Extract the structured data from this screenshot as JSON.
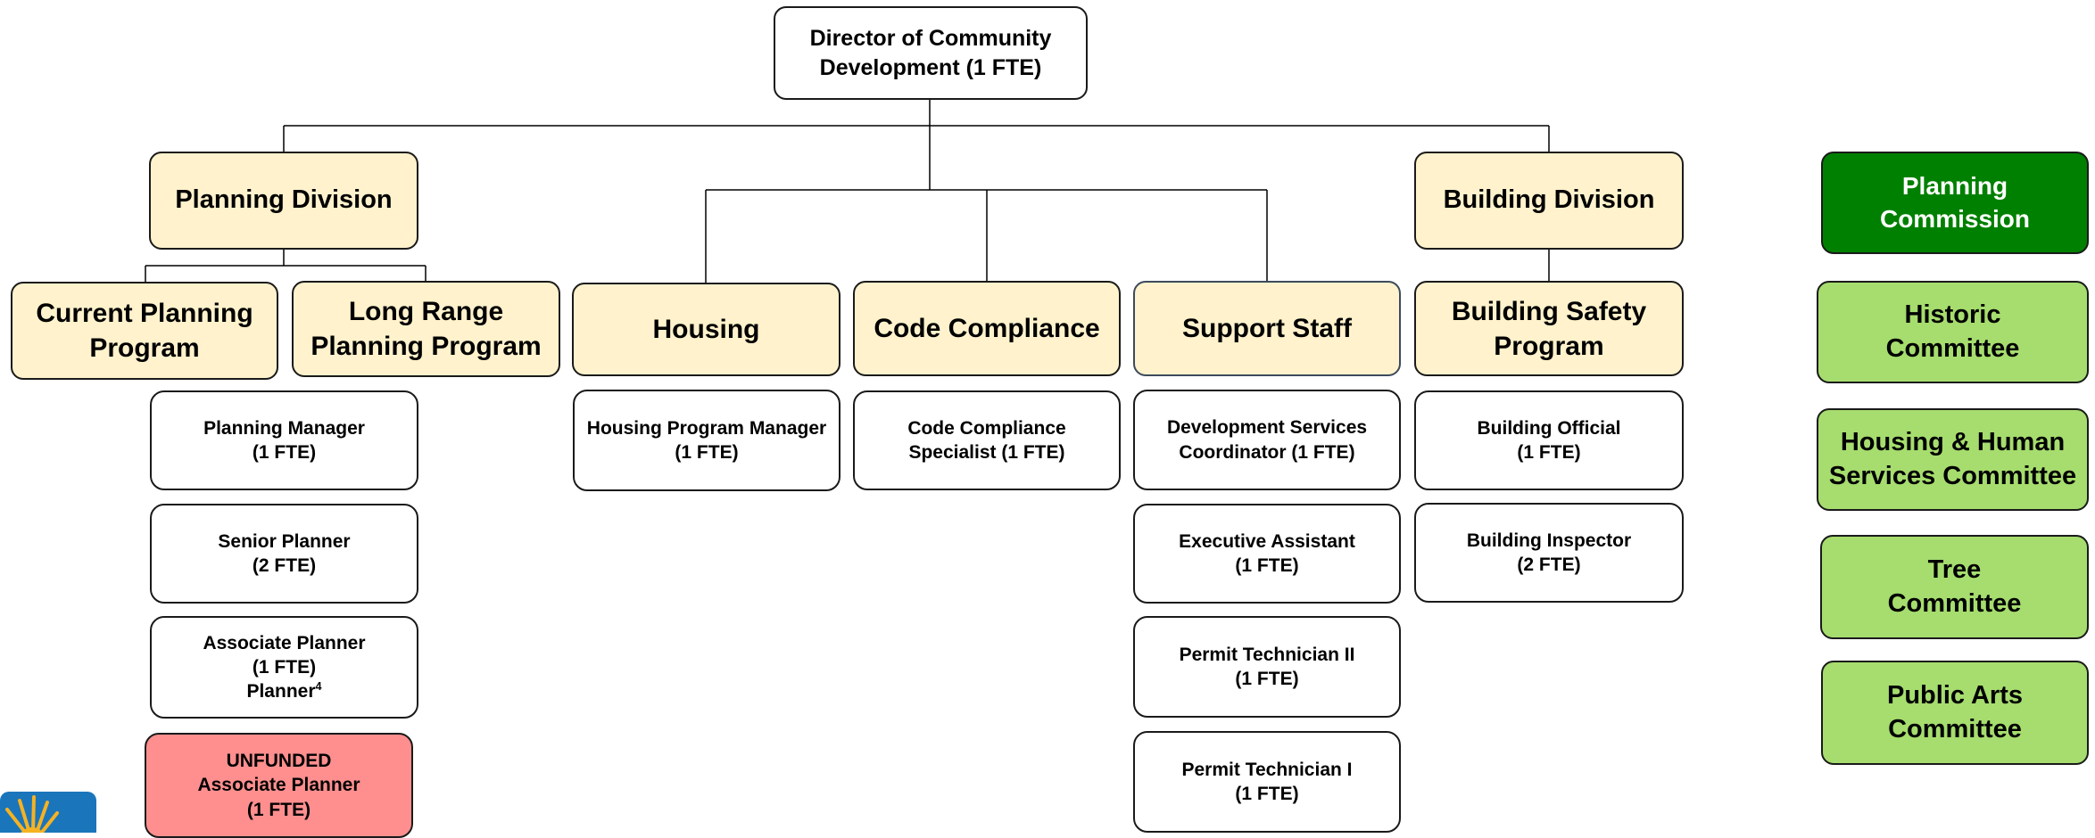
{
  "director": [
    "Director of Community",
    "Development (1 FTE)"
  ],
  "divisions": {
    "planning": "Planning Division",
    "building": "Building Division"
  },
  "programs": {
    "current_planning": [
      "Current Planning",
      "Program"
    ],
    "long_range": [
      "Long Range",
      "Planning Program"
    ],
    "housing": "Housing",
    "code_compliance": "Code Compliance",
    "support_staff": "Support Staff",
    "building_safety": [
      "Building Safety",
      "Program"
    ]
  },
  "positions": {
    "planning_manager": [
      "Planning Manager",
      "(1 FTE)"
    ],
    "senior_planner": [
      "Senior Planner",
      "(2 FTE)"
    ],
    "associate_planner": [
      "Associate Planner",
      "(1 FTE)"
    ],
    "associate_planner_extra": "Planner",
    "associate_planner_footnote": "4",
    "unfunded": [
      "UNFUNDED",
      "Associate Planner",
      "(1 FTE)"
    ],
    "housing_manager": [
      "Housing Program Manager",
      "(1 FTE)"
    ],
    "code_specialist": [
      "Code Compliance",
      "Specialist (1 FTE)"
    ],
    "dev_services": [
      "Development Services",
      "Coordinator (1 FTE)"
    ],
    "exec_assistant": [
      "Executive Assistant",
      "(1 FTE)"
    ],
    "permit_tech_2": [
      "Permit Technician II",
      "(1 FTE)"
    ],
    "permit_tech_1": [
      "Permit Technician I",
      "(1 FTE)"
    ],
    "building_official": [
      "Building Official",
      "(1 FTE)"
    ],
    "building_inspector": [
      "Building Inspector",
      "(2 FTE)"
    ]
  },
  "commissions": {
    "planning_commission": [
      "Planning",
      "Commission"
    ],
    "historic": [
      "Historic",
      "Committee"
    ],
    "housing_human": [
      "Housing & Human",
      "Services Committee"
    ],
    "tree": [
      "Tree",
      "Committee"
    ],
    "public_arts": [
      "Public Arts",
      "Committee"
    ]
  },
  "colors": {
    "division_fill": "#fff2cc",
    "unfunded_fill": "#ff8f8f",
    "commission_fill": "#008000",
    "committee_fill": "#a6dd6e",
    "logo_blue": "#1b75bb",
    "logo_sun": "#f5b223"
  },
  "logo_icon": "city-sun-logo-icon"
}
